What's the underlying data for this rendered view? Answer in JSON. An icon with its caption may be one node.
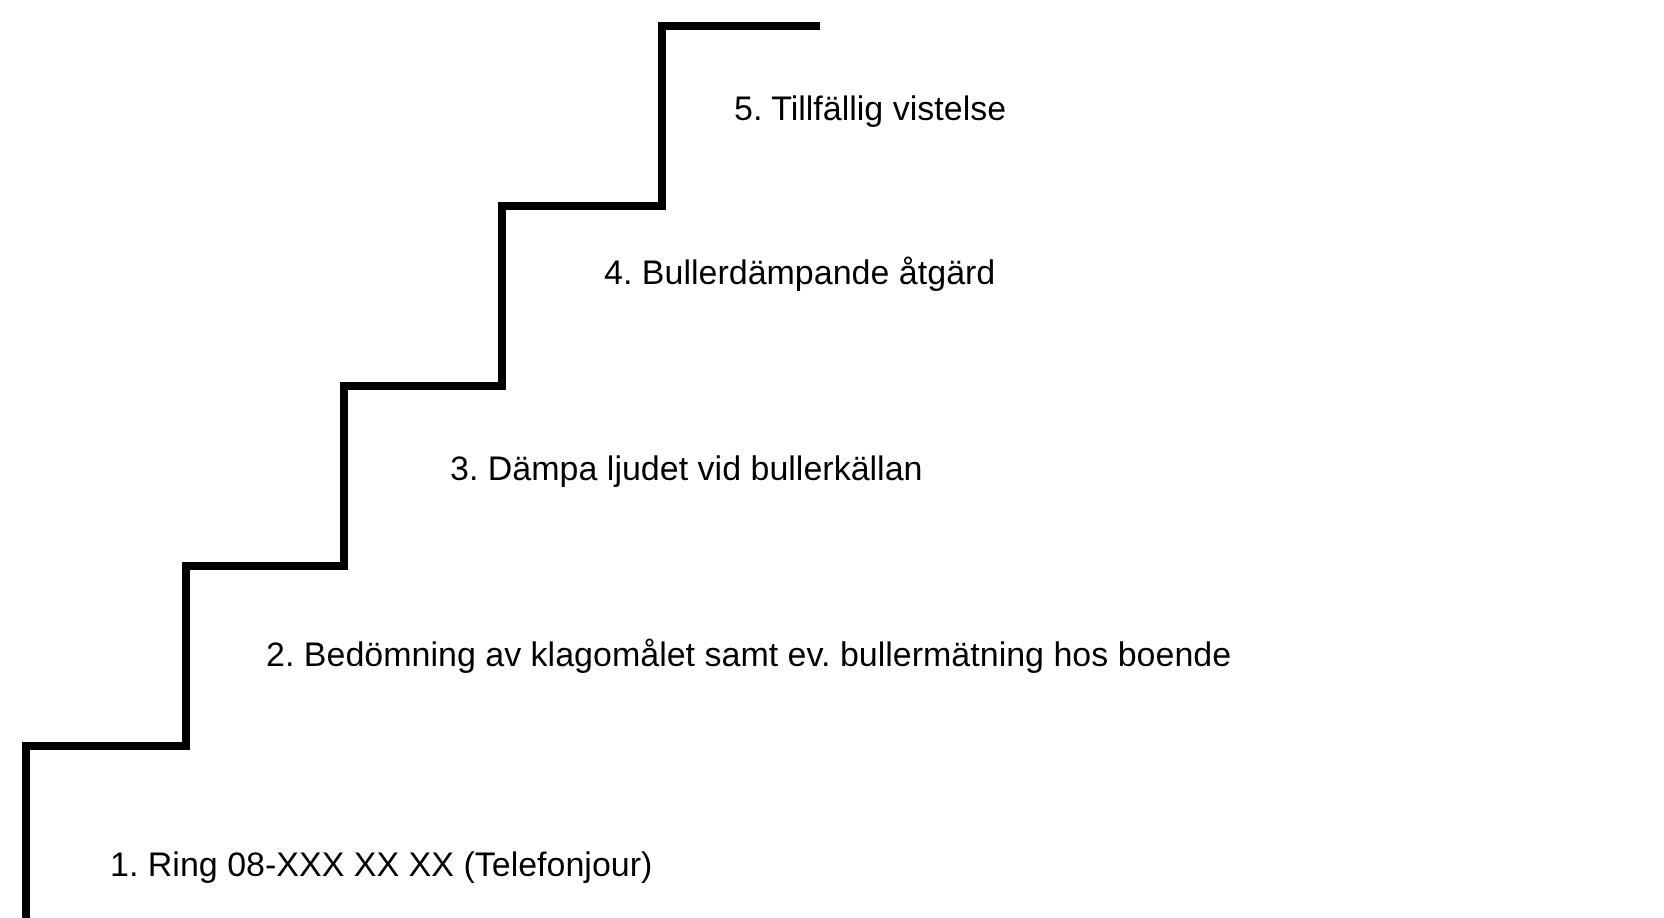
{
  "diagram": {
    "labels": [
      "5. Tillfällig vistelse",
      "4. Bullerdämpande åtgärd",
      "3. Dämpa ljudet vid bullerkällan",
      "2. Bedömning av klagomålet samt ev. bullermätning hos boende",
      "1. Ring 08-XXX XX XX (Telefonjour)"
    ]
  }
}
